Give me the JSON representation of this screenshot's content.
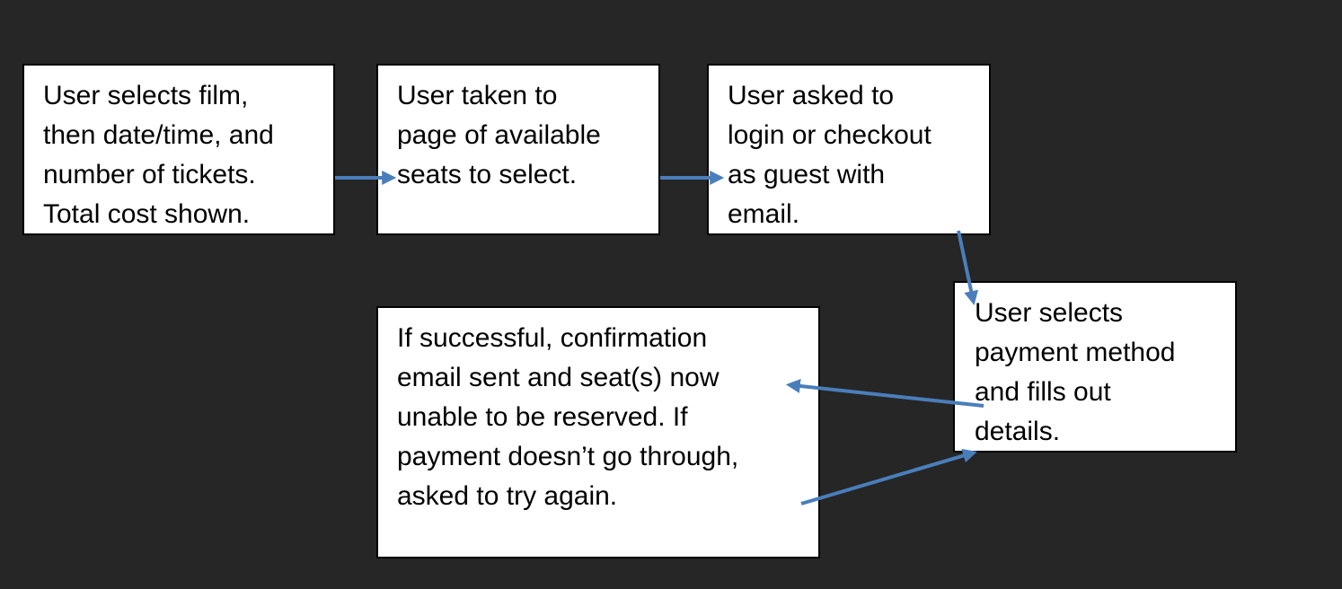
{
  "diagram": {
    "nodes": [
      {
        "id": "step-1",
        "text": "User selects film,\nthen date/time, and\nnumber of tickets.\nTotal cost shown."
      },
      {
        "id": "step-2",
        "text": "User taken to\npage of available\nseats to select."
      },
      {
        "id": "step-3",
        "text": "User asked to\nlogin or checkout\nas guest with\nemail."
      },
      {
        "id": "step-4",
        "text": "User selects\npayment method\nand fills out\ndetails."
      },
      {
        "id": "step-5",
        "text": "If successful, confirmation\nemail sent and seat(s) now\nunable to be reserved. If\npayment doesn’t go through,\nasked to try again."
      }
    ],
    "edges": [
      {
        "from": "step-1",
        "to": "step-2"
      },
      {
        "from": "step-2",
        "to": "step-3"
      },
      {
        "from": "step-3",
        "to": "step-4"
      },
      {
        "from": "step-4",
        "to": "step-5"
      },
      {
        "from": "step-5",
        "to": "step-4"
      }
    ],
    "colors": {
      "background": "#262626",
      "box_fill": "#ffffff",
      "box_border": "#000000",
      "arrow": "#4a7ebb"
    }
  }
}
